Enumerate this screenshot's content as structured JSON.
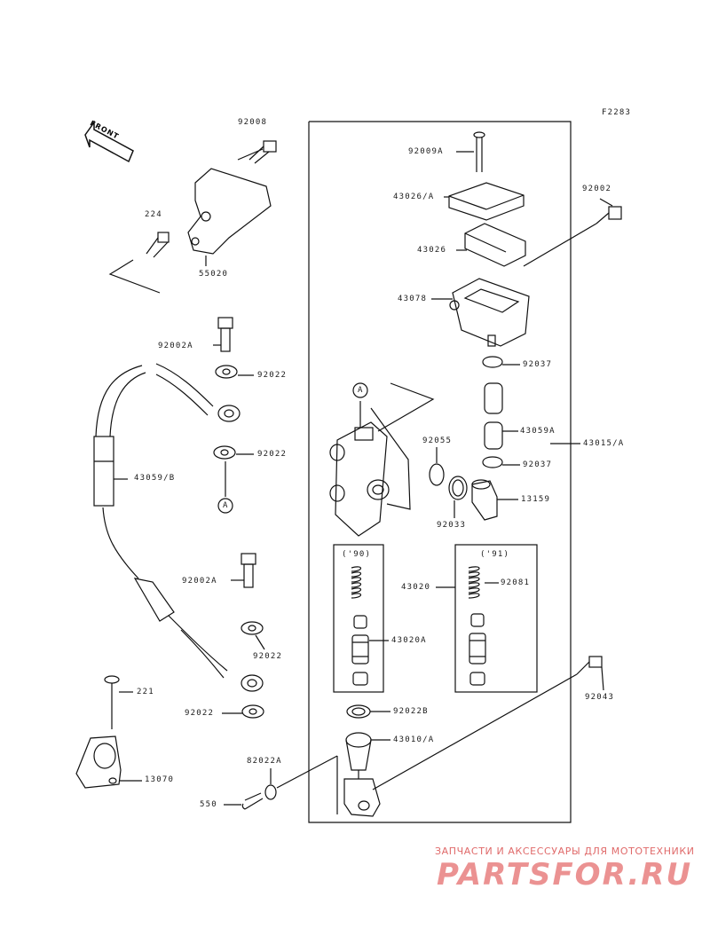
{
  "figure_code": "F2283",
  "front_label": "FRONT",
  "callout_marker": "A",
  "parts": {
    "p92008": "92008",
    "p224": "224",
    "p55020": "55020",
    "p92002A_top": "92002A",
    "p92022_a": "92022",
    "p92022_b": "92022",
    "p43059B": "43059/B",
    "p92002A_mid": "92002A",
    "p92022_c": "92022",
    "p92022_d": "92022",
    "p221": "221",
    "p13070": "13070",
    "p82022A": "82022A",
    "p550": "550",
    "p92009A": "92009A",
    "p43026A": "43026/A",
    "p43026": "43026",
    "p43078": "43078",
    "p92002": "92002",
    "p92037_a": "92037",
    "p43059A": "43059A",
    "p43015A": "43015/A",
    "p92055": "92055",
    "p92037_b": "92037",
    "p13159": "13159",
    "p92033": "92033",
    "p43020": "43020",
    "p92081": "92081",
    "p43020A": "43020A",
    "p92022B": "92022B",
    "p43010A": "43010/A",
    "p92043": "92043"
  },
  "variants": {
    "y90": "('90)",
    "y91": "('91)"
  },
  "watermark": {
    "tagline": "ЗАПЧАСТИ И АКСЕССУАРЫ ДЛЯ МОТОТЕХНИКИ",
    "brand": "PARTSFOR.RU"
  }
}
